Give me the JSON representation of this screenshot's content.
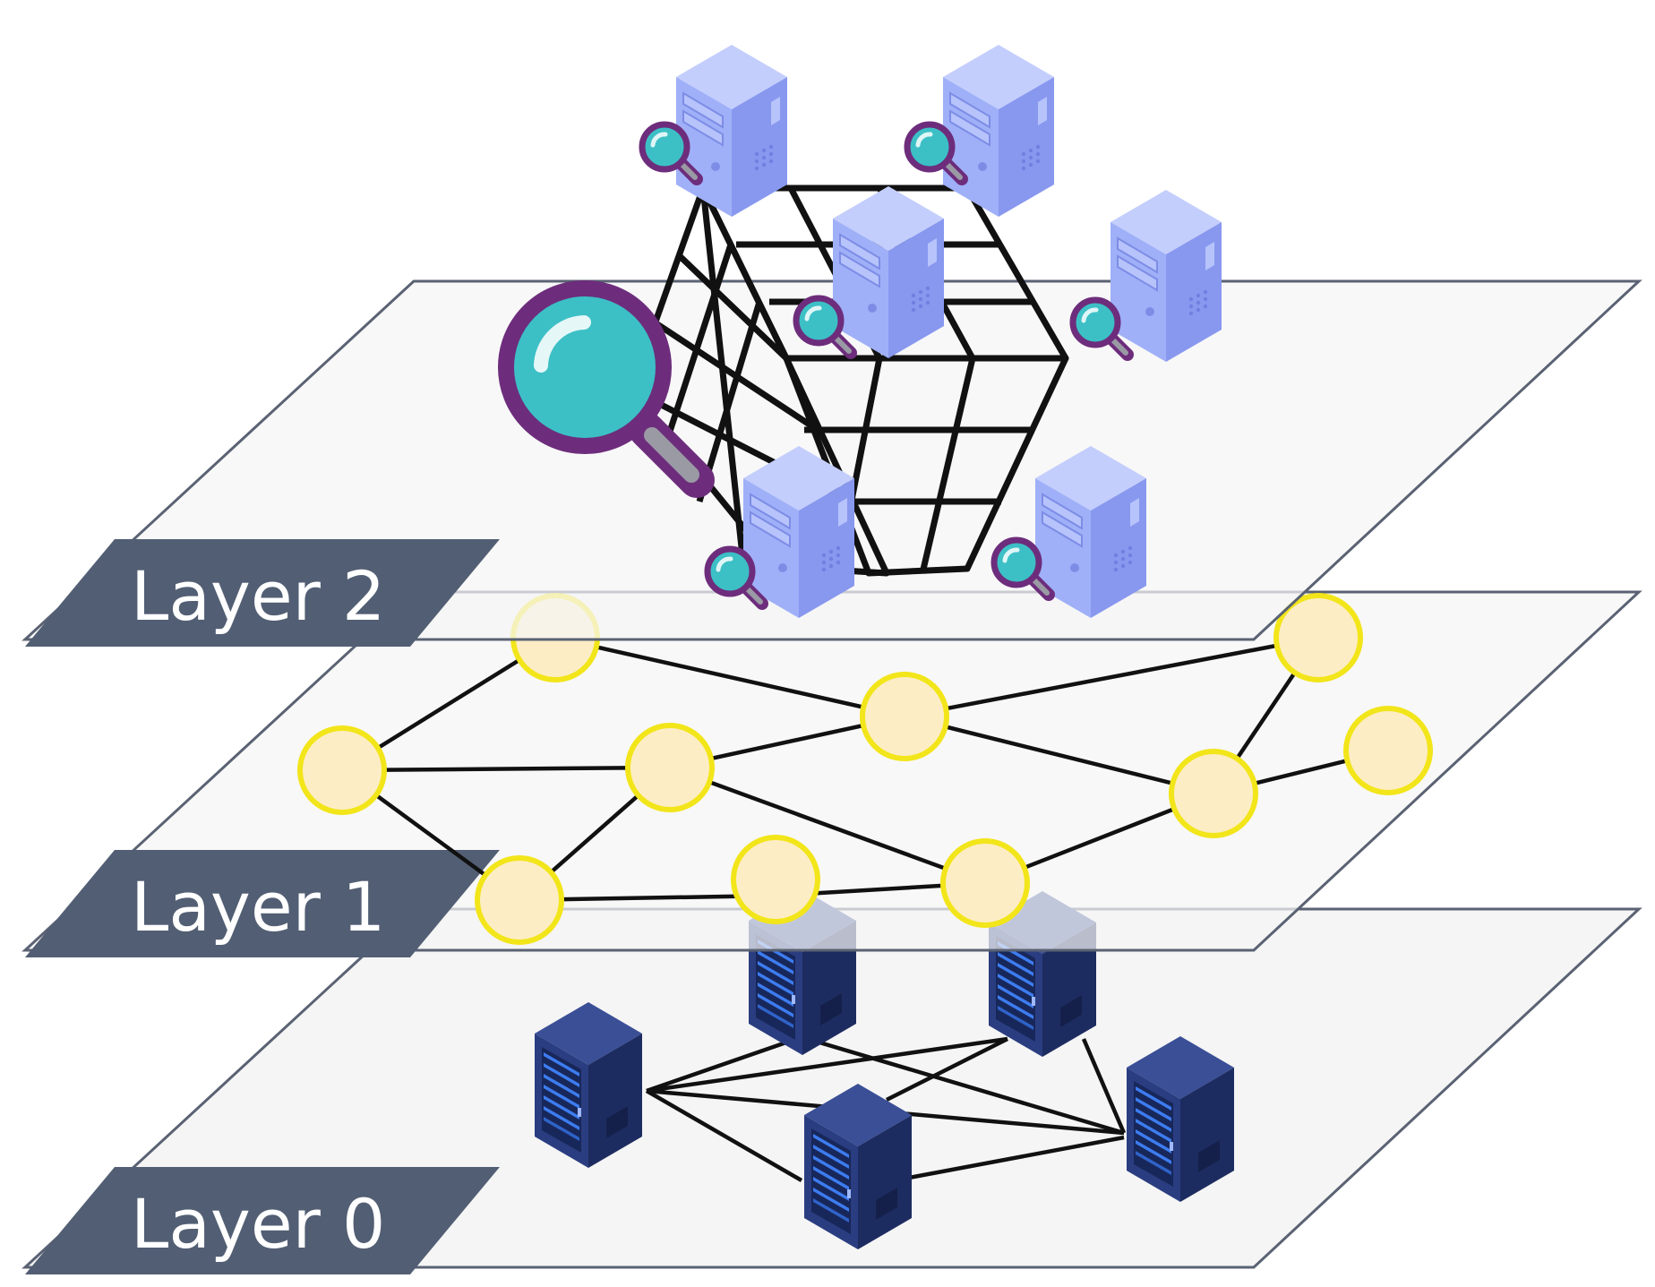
{
  "layers": [
    {
      "id": "layer-0",
      "label": "Layer 0"
    },
    {
      "id": "layer-1",
      "label": "Layer 1"
    },
    {
      "id": "layer-2",
      "label": "Layer 2"
    }
  ],
  "colors": {
    "plane_fill": "#f5f5f5",
    "plane_stroke": "#5a6273",
    "label_bg": "#525e73",
    "label_text": "#ffffff",
    "node_fill": "#fdedc5",
    "node_stroke": "#f2e51a",
    "edge": "#111111",
    "rack_dark": "#1f2f66",
    "rack_front": "#2a3d80",
    "rack_led": "#3d7cf0",
    "pc_front": "#9fb0f8",
    "pc_side": "#8898ef",
    "pc_top": "#c4cefc",
    "magnifier_ring": "#6d2d7c",
    "magnifier_glass": "#3cc0c6",
    "magnifier_handle": "#9a9aa4"
  },
  "icons": {
    "layer0_device": "server-rack-icon",
    "layer2_device": "desktop-computer-icon",
    "inspect": "magnifier-icon"
  }
}
